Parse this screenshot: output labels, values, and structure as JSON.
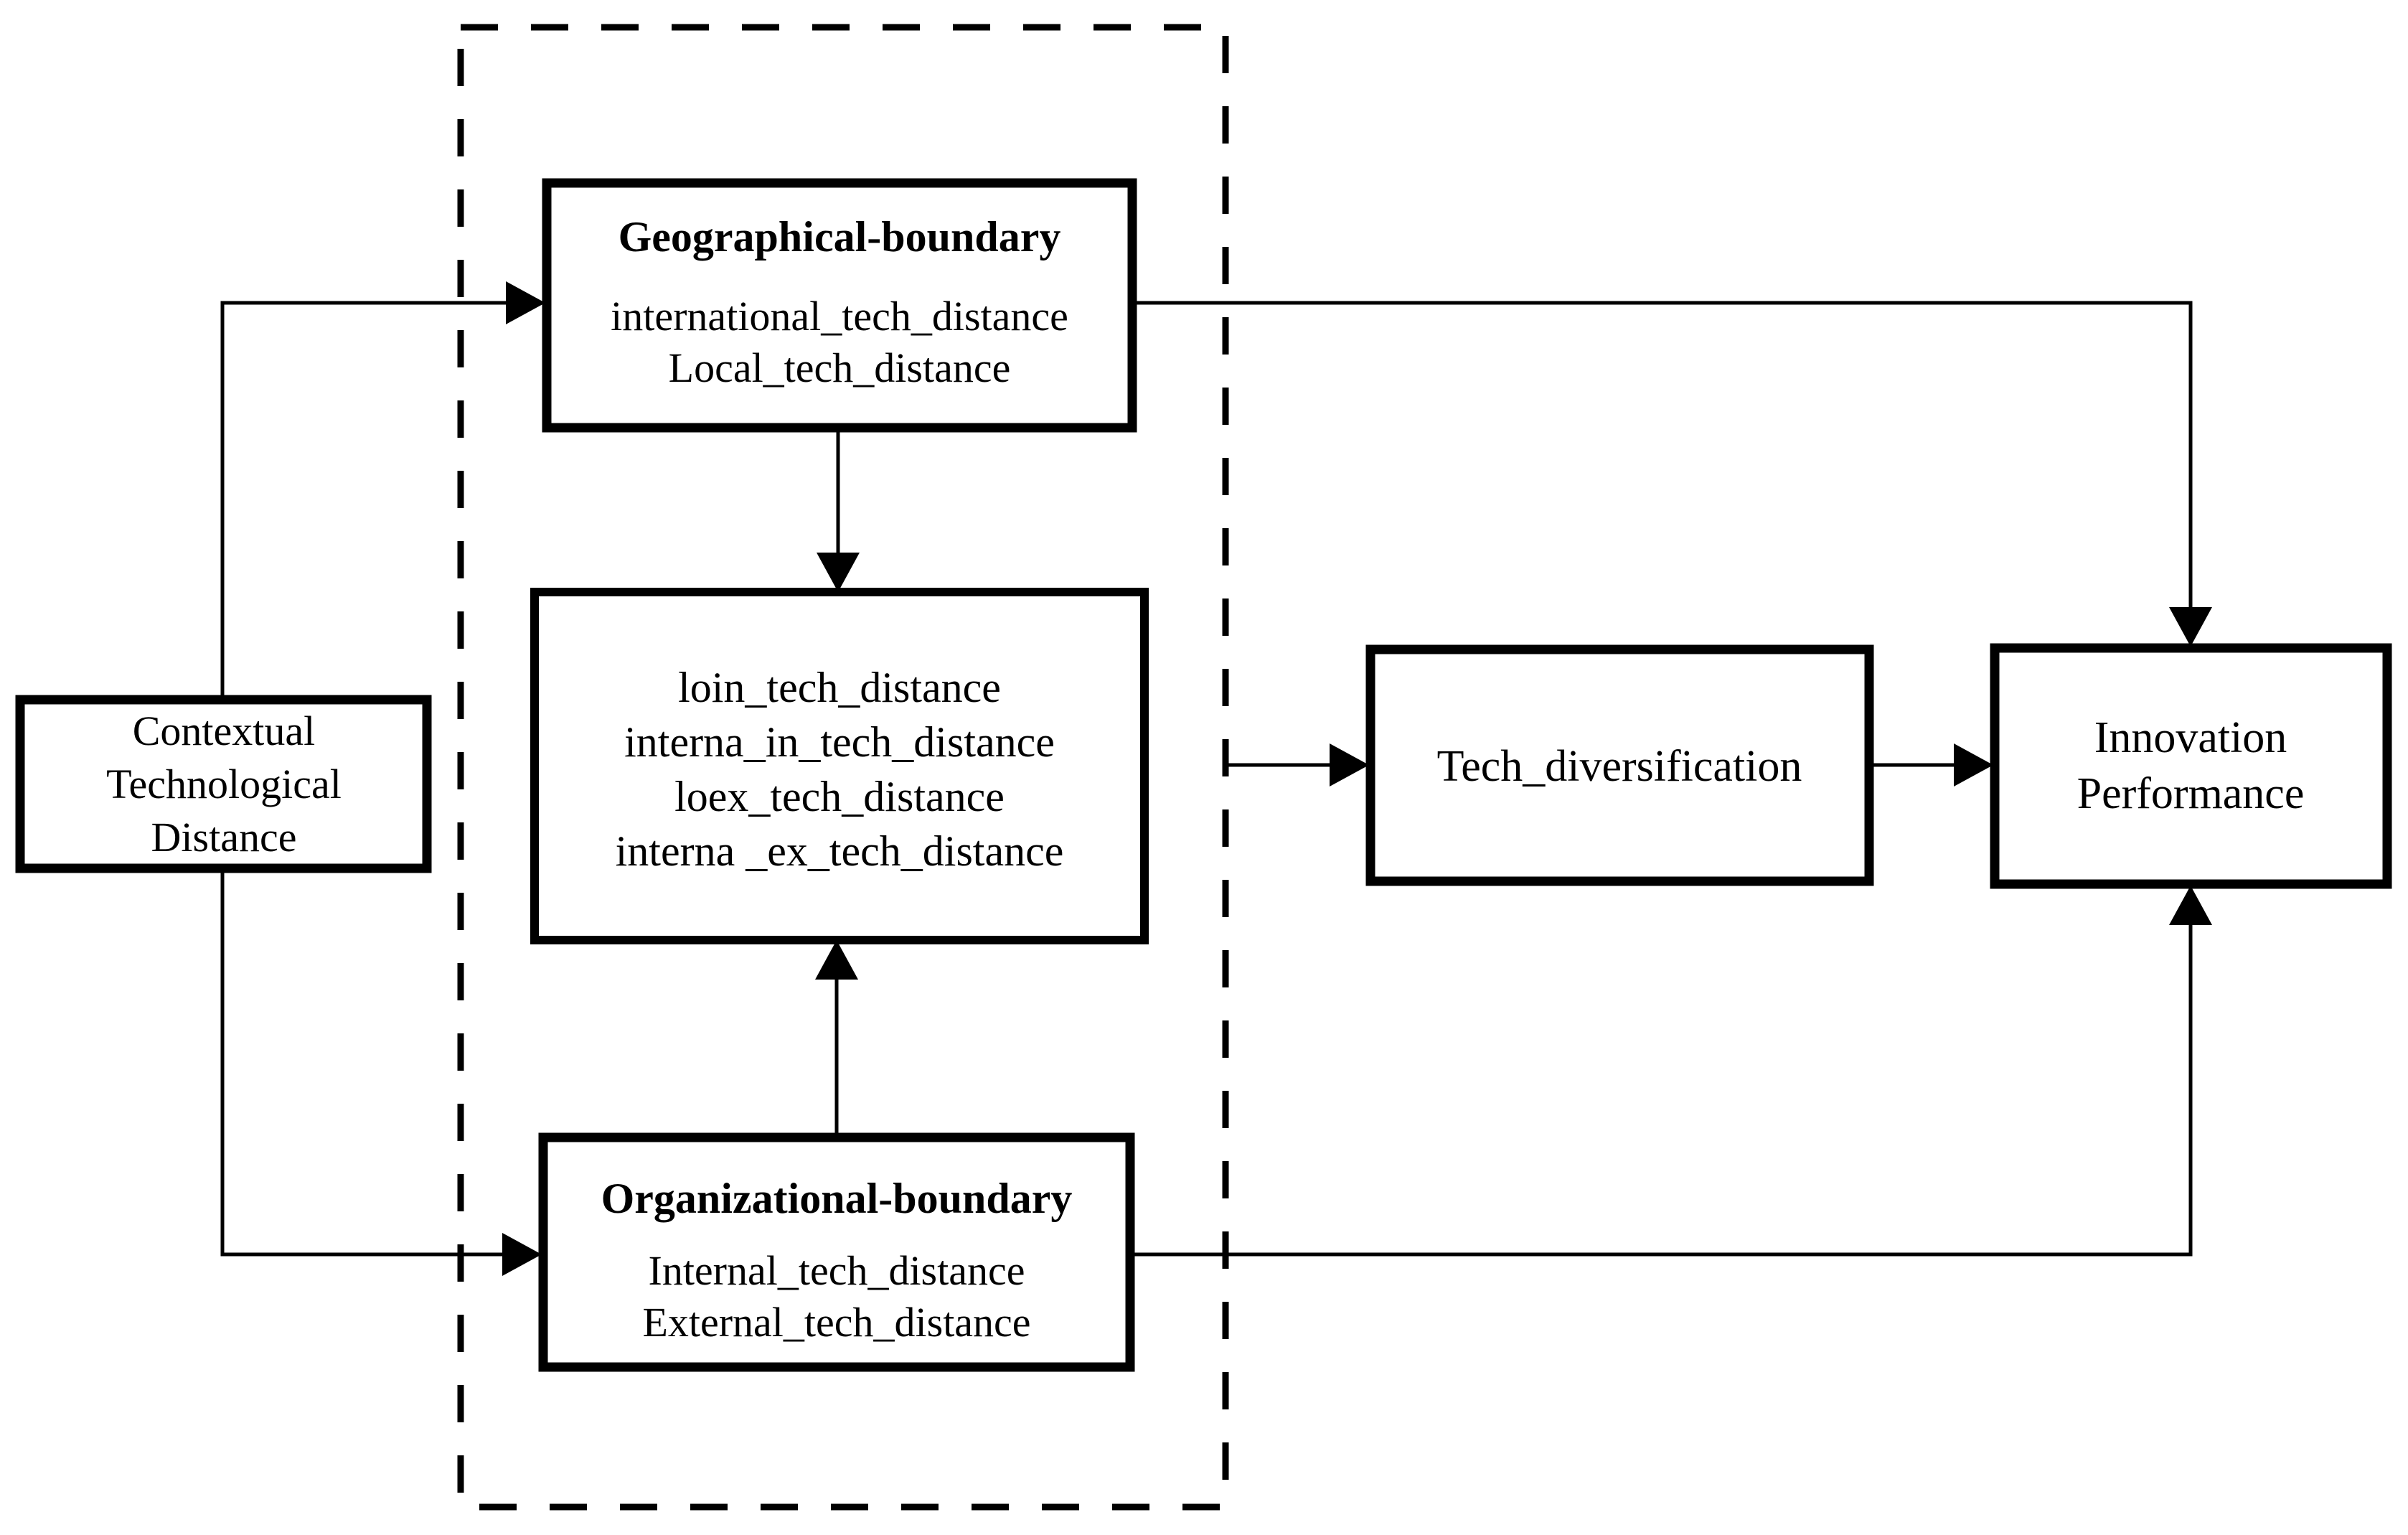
{
  "figure": {
    "background_color": "#ffffff",
    "line_color": "#000000",
    "boxes": {
      "contextual": {
        "lines": [
          "Contextual",
          "Technological",
          "Distance"
        ]
      },
      "geographical": {
        "title": "Geographical-boundary",
        "items": [
          "international_tech_distance",
          "Local_tech_distance"
        ]
      },
      "combined_distances": {
        "items": [
          "loin_tech_distance",
          "interna_in_tech_distance",
          "loex_tech_distance",
          "interna _ex_tech_distance"
        ]
      },
      "organizational": {
        "title": "Organizational-boundary",
        "items": [
          "Internal_tech_distance",
          "External_tech_distance"
        ]
      },
      "tech_diversification": {
        "label": "Tech_diversification"
      },
      "innovation_performance": {
        "lines": [
          "Innovation",
          "Performance"
        ]
      }
    },
    "relations": [
      "contextual -> geographical",
      "contextual -> organizational",
      "geographical -> combined_distances",
      "organizational -> combined_distances",
      "boundary-container -> tech_diversification",
      "tech_diversification -> innovation_performance",
      "geographical -> innovation_performance",
      "organizational -> innovation_performance"
    ]
  }
}
